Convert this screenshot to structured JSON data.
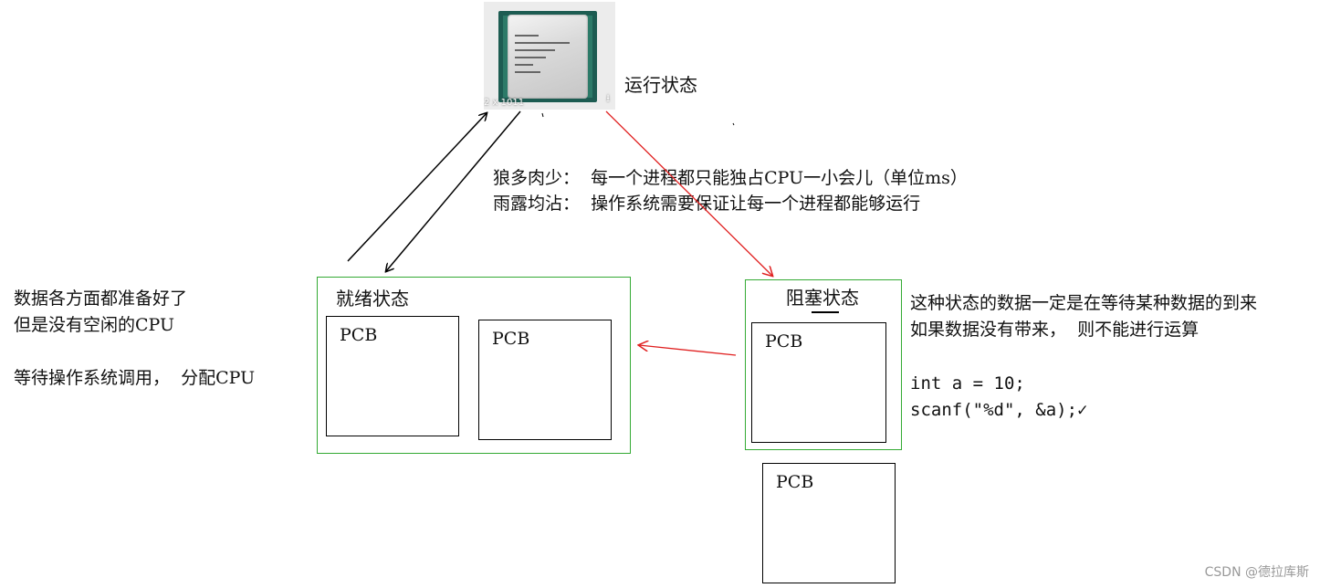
{
  "cpu_image": {
    "caption": "2 x 1011",
    "download_glyph": "⭳"
  },
  "running_state": {
    "label": "运行状态"
  },
  "notes": {
    "line1": "狼多肉少：  每一个进程都只能独占CPU一小会儿（单位ms）",
    "line2": "雨露均沾：  操作系统需要保证让每一个进程都能够运行"
  },
  "ready_state": {
    "title": "就绪状态",
    "pcbs": [
      "PCB",
      "PCB"
    ]
  },
  "ready_desc": {
    "line1": "数据各方面都准备好了",
    "line2": "但是没有空闲的CPU",
    "line3": "等待操作系统调用，  分配CPU"
  },
  "blocked_state": {
    "title": "阻塞状态",
    "pcbs": [
      "PCB"
    ],
    "outside_pcb": "PCB"
  },
  "blocked_desc": {
    "line1": "这种状态的数据一定是在等待某种数据的到来",
    "line2": "如果数据没有带来，  则不能进行运算"
  },
  "code": {
    "line1": "int a = 10;",
    "line2": "scanf(\"%d\", &a);✓"
  },
  "watermark": "CSDN @德拉库斯",
  "colors": {
    "box_border": "#33aa33",
    "red_arrow": "#e02020",
    "black_arrow": "#000000"
  }
}
